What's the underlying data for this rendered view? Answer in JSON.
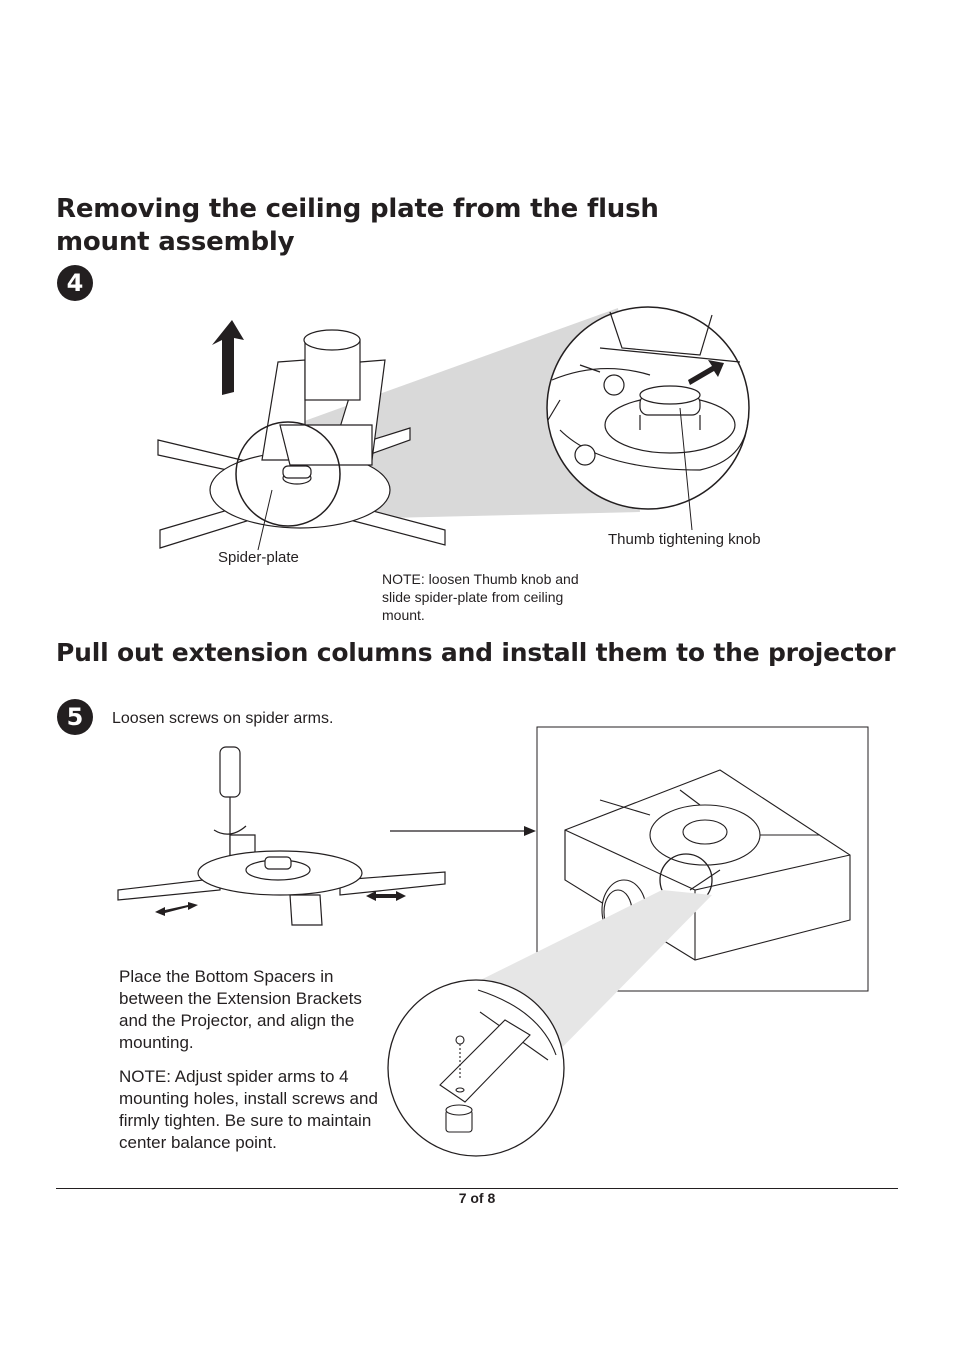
{
  "section1": {
    "title": "Removing the ceiling plate from the flush mount assembly",
    "step_number": "4",
    "spider_plate_label": "Spider-plate",
    "thumb_knob_label": "Thumb tightening knob",
    "note": "NOTE: loosen Thumb knob and slide spider-plate from ceiling mount."
  },
  "section2": {
    "title": "Pull out extension columns and install them to the projector",
    "step_number": "5",
    "step_text": "Loosen screws on spider arms.",
    "spacer_text": "Place the Bottom Spacers in between the Extension Brackets and the Projector, and align the mounting.",
    "note": "NOTE: Adjust spider arms to 4 mounting holes, install screws and firmly tighten. Be sure to maintain center balance point."
  },
  "footer": {
    "page": "7 of 8"
  },
  "colors": {
    "ink": "#231f20",
    "callout_fill": "#d9d9d9"
  }
}
